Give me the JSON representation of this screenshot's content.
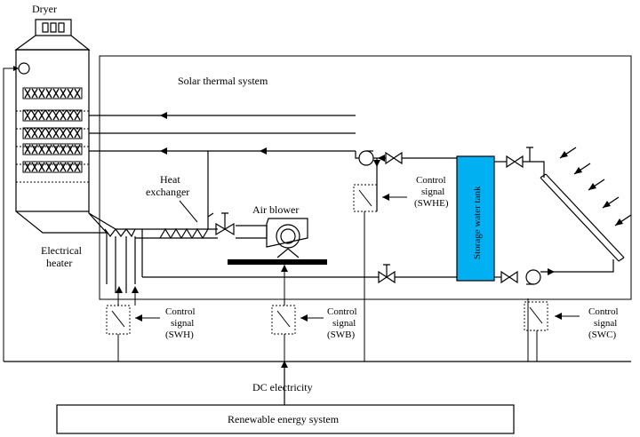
{
  "labels": {
    "dryer": "Dryer",
    "solar_system": "Solar thermal system",
    "heat_exchanger_1": "Heat",
    "heat_exchanger_2": "exchanger",
    "air_blower": "Air blower",
    "electrical_heater_1": "Electrical",
    "electrical_heater_2": "heater",
    "storage_tank": "Storage water tank",
    "dc_electricity": "DC electricity",
    "renewable": "Renewable energy system"
  },
  "signals": {
    "swhe": [
      "Control",
      "signal",
      "(SWHE)"
    ],
    "swh": [
      "Control",
      "signal",
      "(SWH)"
    ],
    "swb": [
      "Control",
      "signal",
      "(SWB)"
    ],
    "swc": [
      "Control",
      "signal",
      "(SWC)"
    ]
  },
  "colors": {
    "tank_fill": "#00b0f0",
    "line": "#000000"
  }
}
